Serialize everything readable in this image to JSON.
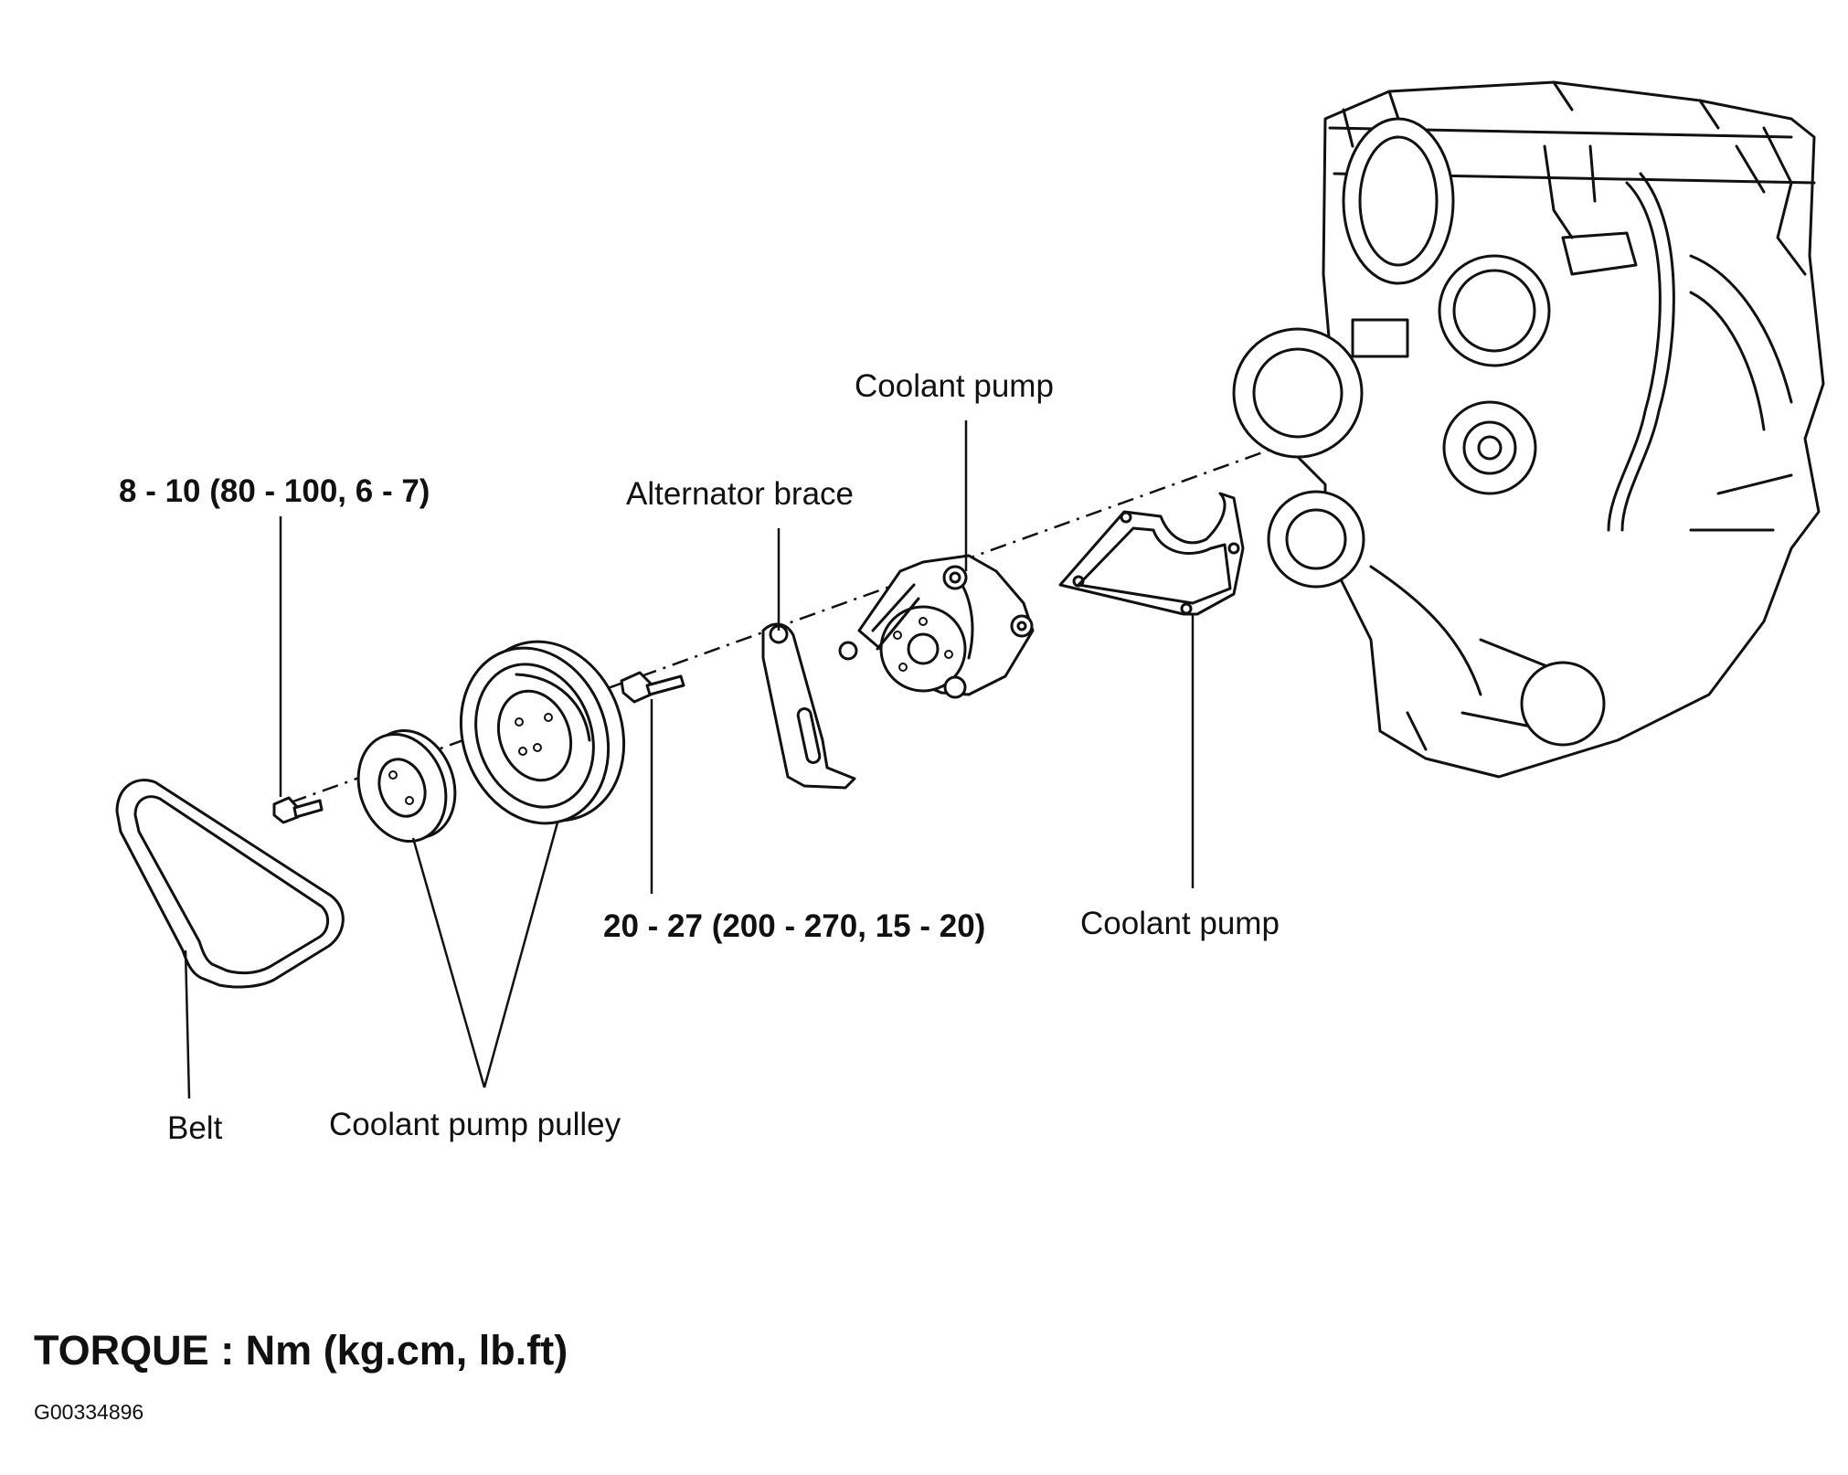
{
  "labels": {
    "torque_bolt_small": "8 - 10 (80 - 100, 6 - 7)",
    "alternator_brace": "Alternator brace",
    "coolant_pump_top": "Coolant pump",
    "torque_bolt_large": "20 - 27 (200 - 270, 15 - 20)",
    "coolant_pump_gasket": "Coolant pump",
    "belt": "Belt",
    "coolant_pump_pulley": "Coolant pump pulley"
  },
  "legend": "TORQUE : Nm (kg.cm, lb.ft)",
  "figure_id": "G00334896"
}
